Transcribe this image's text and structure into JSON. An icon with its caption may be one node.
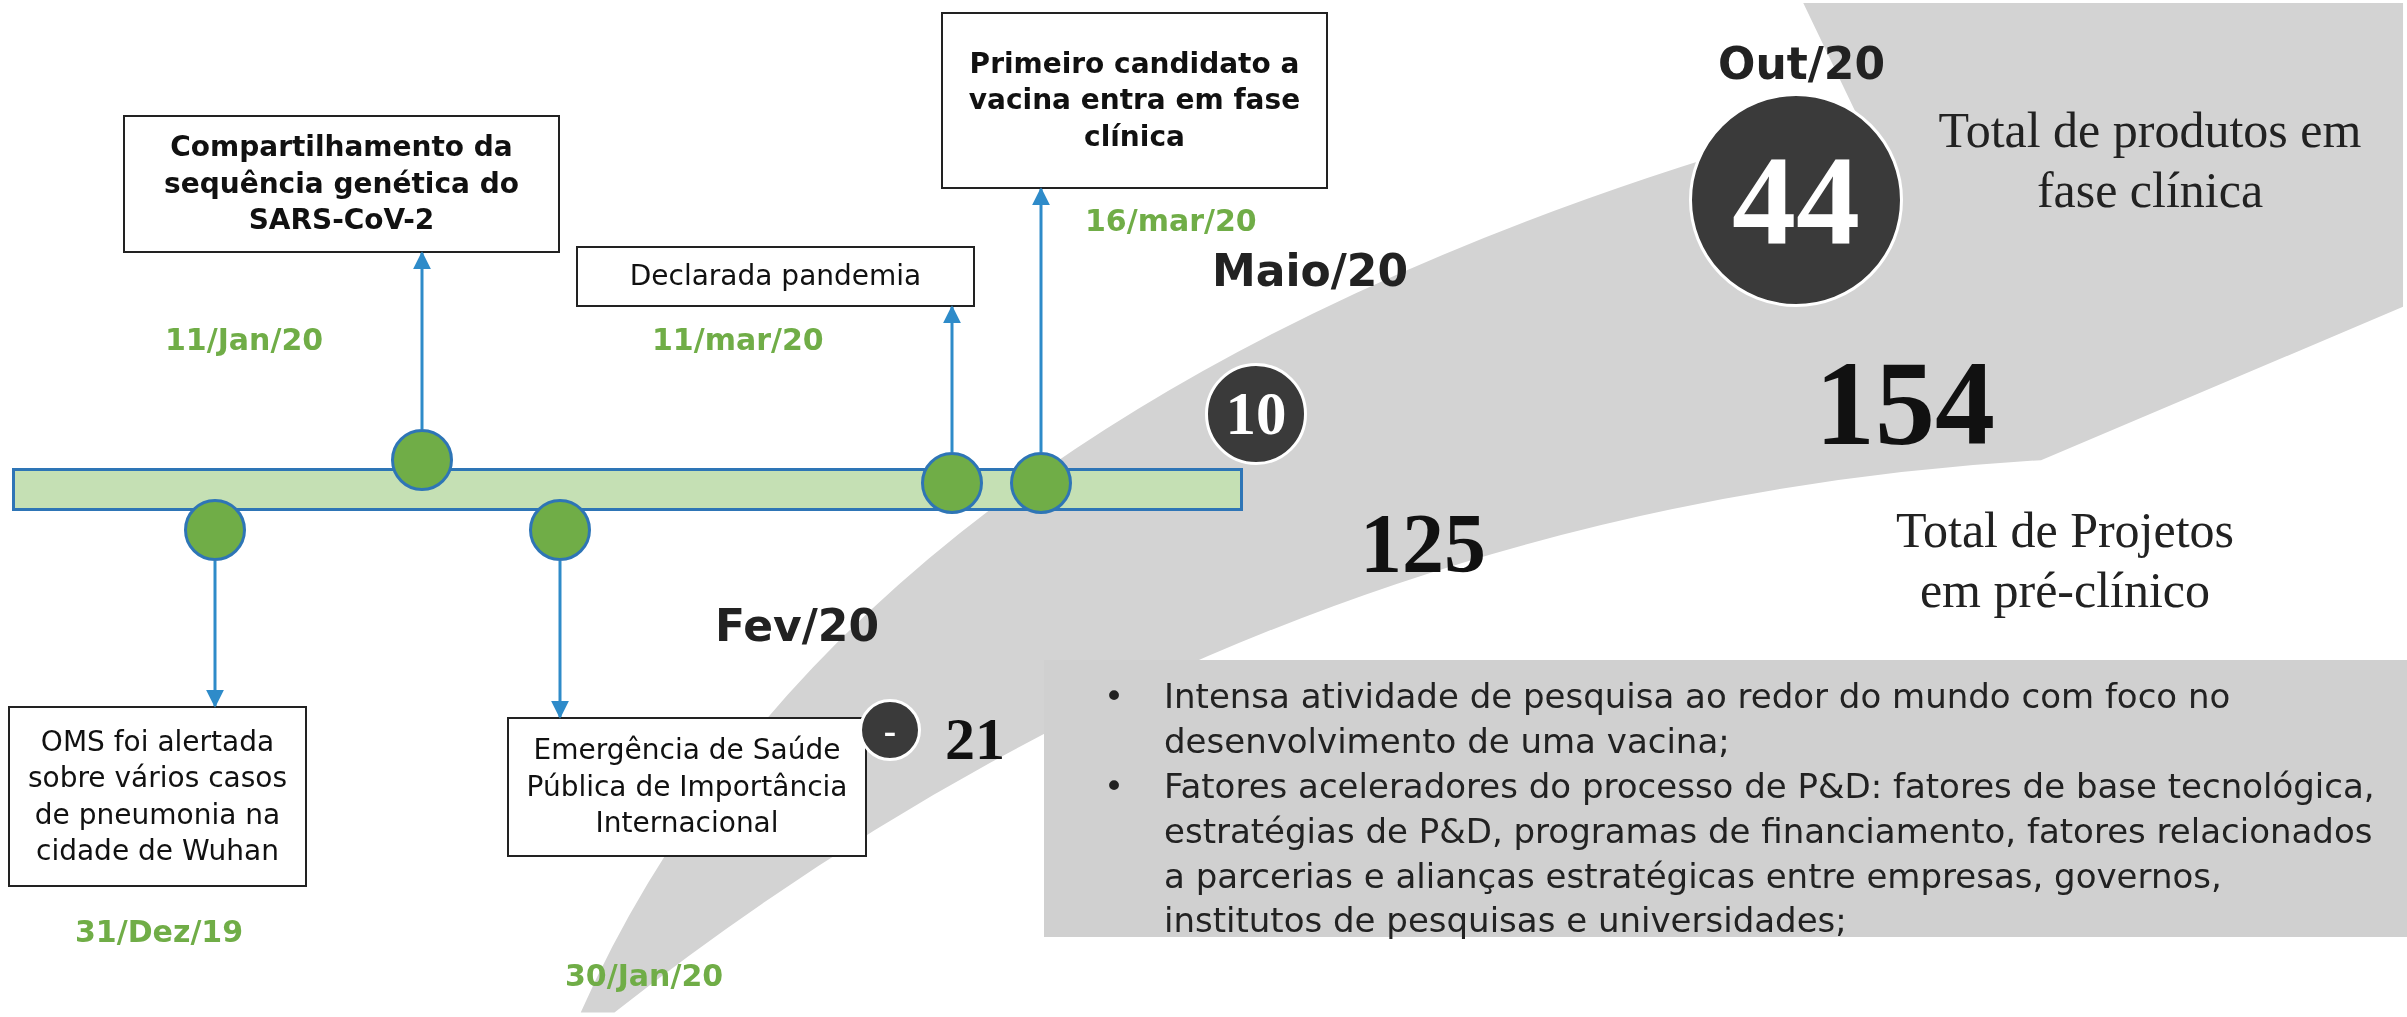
{
  "diagram": {
    "nodes": [
      {
        "text": [],
        "shape": "bar"
      },
      {
        "text": [],
        "shape": "circle"
      },
      {
        "text": [],
        "shape": "circle"
      },
      {
        "text": [],
        "shape": "circle"
      },
      {
        "text": [],
        "shape": "circle"
      },
      {
        "text": [],
        "shape": "circle"
      },
      {
        "text": [
          "OMS foi alertada sobre vários casos de pneumonia na cidade de Wuhan"
        ],
        "beside": [
          "31/Dez/19"
        ]
      },
      {
        "text": [
          "Compartilhamento da sequência genética do SARS-CoV-2"
        ],
        "beside": [
          "11/Jan/20"
        ]
      },
      {
        "text": [
          "Emergência de Saúde Pública de Importância Internacional"
        ],
        "beside": [
          "30/Jan/20"
        ]
      },
      {
        "text": [
          "Declarada pandemia"
        ],
        "beside": [
          "11/mar/20"
        ]
      },
      {
        "text": [
          "Primeiro candidato a vacina entra em fase clínica"
        ],
        "beside": [
          "16/mar/20"
        ]
      },
      {
        "text": [
          "-"
        ],
        "beside": [
          "Fev/20",
          "21"
        ]
      },
      {
        "text": [
          "10"
        ],
        "beside": [
          "Maio/20",
          "125"
        ]
      },
      {
        "text": [
          "44"
        ],
        "beside": [
          "Out/20",
          "154"
        ]
      },
      {
        "text": [
          "• Intensa atividade de pesquisa ao redor do mundo com foco no desenvolvimento de uma vacina;",
          "• Fatores aceleradores do processo de P&D: fatores de base tecnológica, estratégias de P&D, programas de financiamento, fatores relacionados a parcerias e alianças estratégicas entre empresas, governos, institutos de pesquisas e universidades;"
        ]
      }
    ],
    "edges": [
      {
        "from": 1,
        "to": 6,
        "arrow": "to"
      },
      {
        "from": 2,
        "to": 7,
        "arrow": "to"
      },
      {
        "from": 3,
        "to": 8,
        "arrow": "to"
      },
      {
        "from": 4,
        "to": 9,
        "arrow": "to"
      },
      {
        "from": 5,
        "to": 10,
        "arrow": "to"
      }
    ],
    "labels": [
      "Total de produtos em fase clínica",
      "Total de Projetos em pré-clínico"
    ]
  }
}
